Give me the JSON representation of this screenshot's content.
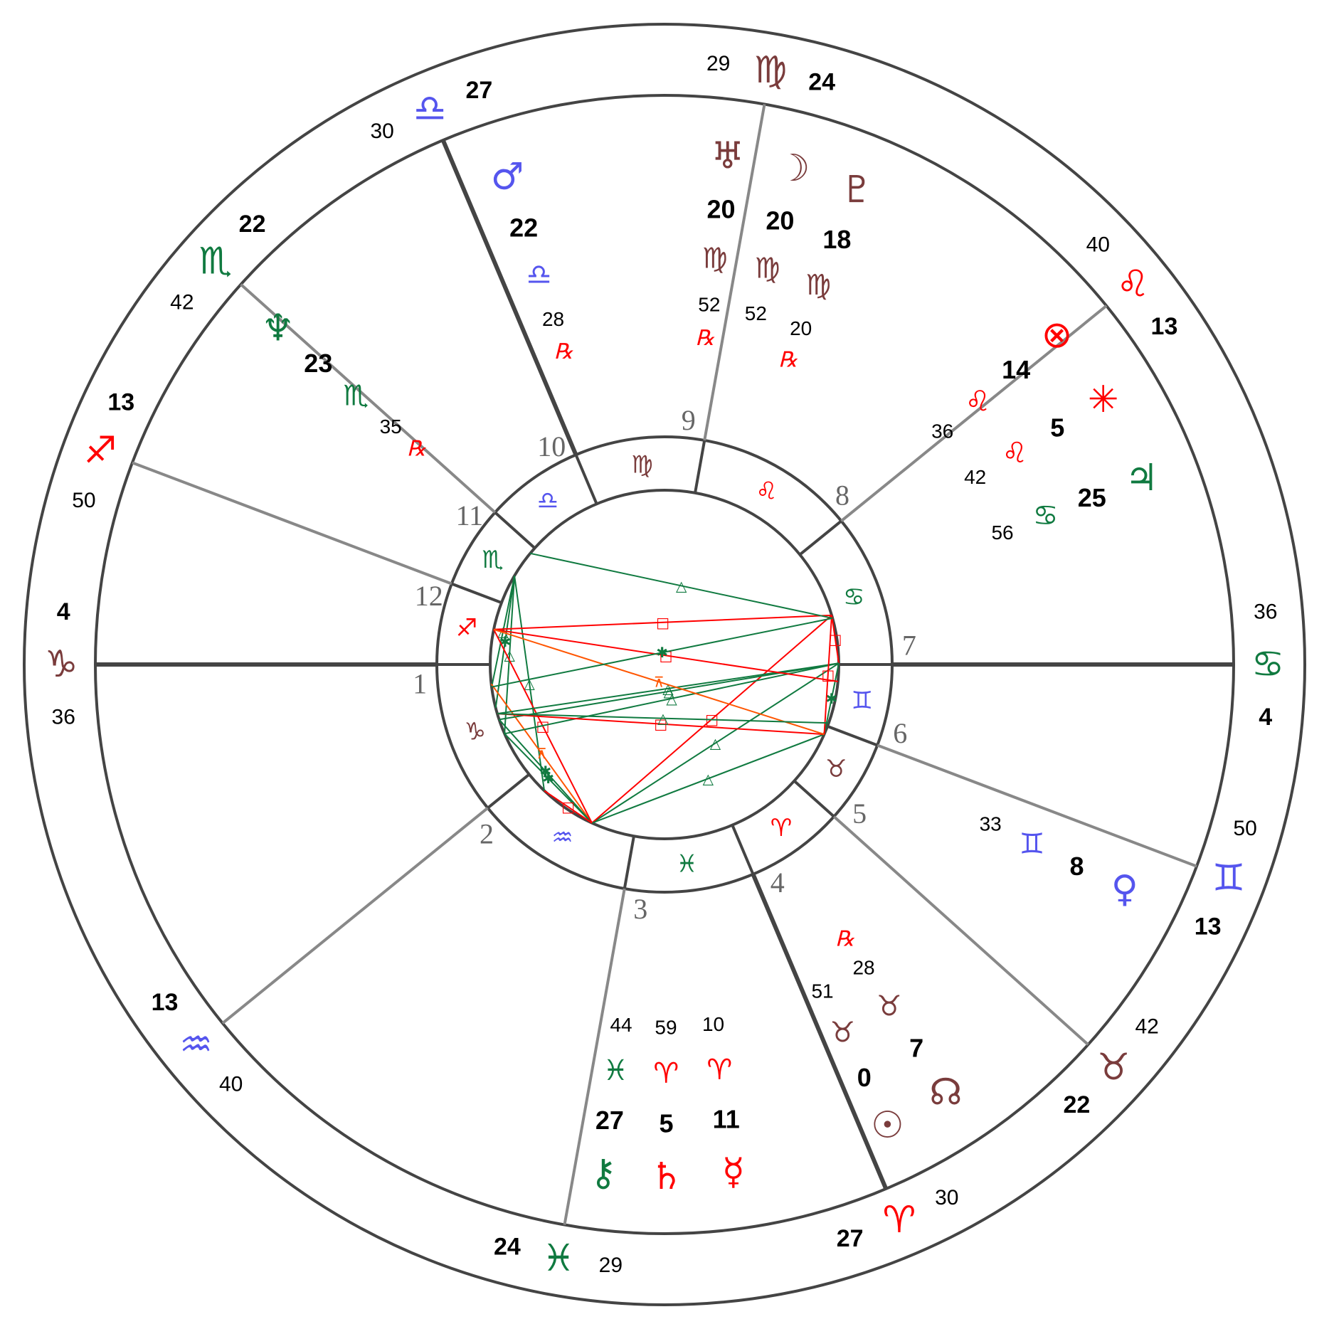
{
  "colors": {
    "fire": "#ff0000",
    "earth": "#7a3c3c",
    "air": "#5555ee",
    "water": "#107a40",
    "ring": "#444444",
    "cusp": "#888888",
    "axis": "#444444",
    "house_number": "#666666",
    "aspect_hard": "#ff0000",
    "aspect_soft": "#107a40",
    "aspect_minor": "#ff5500"
  },
  "signs": {
    "aries": {
      "glyph": "♈",
      "element": "fire"
    },
    "taurus": {
      "glyph": "♉",
      "element": "earth"
    },
    "gemini": {
      "glyph": "♊",
      "element": "air"
    },
    "cancer": {
      "glyph": "♋",
      "element": "water"
    },
    "leo": {
      "glyph": "♌",
      "element": "fire"
    },
    "virgo": {
      "glyph": "♍",
      "element": "earth"
    },
    "libra": {
      "glyph": "♎",
      "element": "air"
    },
    "scorpio": {
      "glyph": "♏",
      "element": "water"
    },
    "sagittarius": {
      "glyph": "♐",
      "element": "fire"
    },
    "capricorn": {
      "glyph": "♑",
      "element": "earth"
    },
    "aquarius": {
      "glyph": "♒",
      "element": "air"
    },
    "pisces": {
      "glyph": "♓",
      "element": "water"
    }
  },
  "retrograde_symbol": "℞",
  "inner_signs": [
    {
      "house": 1,
      "sign": "capricorn"
    },
    {
      "house": 2,
      "sign": "aquarius"
    },
    {
      "house": 3,
      "sign": "pisces"
    },
    {
      "house": 4,
      "sign": "aries"
    },
    {
      "house": 5,
      "sign": "taurus"
    },
    {
      "house": 6,
      "sign": "gemini"
    },
    {
      "house": 7,
      "sign": "cancer"
    },
    {
      "house": 8,
      "sign": "leo"
    },
    {
      "house": 9,
      "sign": "virgo"
    },
    {
      "house": 10,
      "sign": "libra"
    },
    {
      "house": 11,
      "sign": "scorpio"
    },
    {
      "house": 12,
      "sign": "sagittarius"
    }
  ],
  "house_numbers": [
    "1",
    "2",
    "3",
    "4",
    "5",
    "6",
    "7",
    "8",
    "9",
    "10",
    "11",
    "12"
  ],
  "cusps": [
    {
      "house": 1,
      "deg": "4",
      "sign": "capricorn",
      "min": "36",
      "axis": true
    },
    {
      "house": 2,
      "deg": "13",
      "sign": "aquarius",
      "min": "40",
      "axis": false
    },
    {
      "house": 3,
      "deg": "24",
      "sign": "pisces",
      "min": "29",
      "axis": false
    },
    {
      "house": 4,
      "deg": "27",
      "sign": "aries",
      "min": "30",
      "axis": true
    },
    {
      "house": 5,
      "deg": "22",
      "sign": "taurus",
      "min": "42",
      "axis": false
    },
    {
      "house": 6,
      "deg": "13",
      "sign": "gemini",
      "min": "50",
      "axis": false
    },
    {
      "house": 7,
      "deg": "4",
      "sign": "cancer",
      "min": "36",
      "axis": true
    },
    {
      "house": 8,
      "deg": "13",
      "sign": "leo",
      "min": "40",
      "axis": false
    },
    {
      "house": 9,
      "deg": "24",
      "sign": "virgo",
      "min": "29",
      "axis": false
    },
    {
      "house": 10,
      "deg": "27",
      "sign": "libra",
      "min": "30",
      "axis": true
    },
    {
      "house": 11,
      "deg": "22",
      "sign": "scorpio",
      "min": "42",
      "axis": false
    },
    {
      "house": 12,
      "deg": "13",
      "sign": "sagittarius",
      "min": "50",
      "axis": false
    }
  ],
  "planets": [
    {
      "name": "mars",
      "glyph": "♂",
      "color": "air",
      "deg": "22",
      "sign": "libra",
      "min": "28",
      "rx": true
    },
    {
      "name": "moon",
      "glyph": "☽",
      "color": "earth",
      "deg": "20",
      "sign": "virgo",
      "min": "52",
      "rx": false
    },
    {
      "name": "uranus",
      "glyph": "♅",
      "color": "earth",
      "deg": "20",
      "sign": "virgo",
      "min": "52",
      "rx": true
    },
    {
      "name": "pluto",
      "glyph": "♇",
      "color": "earth",
      "deg": "18",
      "sign": "virgo",
      "min": "20",
      "rx": true
    },
    {
      "name": "neptune",
      "glyph": "♆",
      "color": "water",
      "deg": "23",
      "sign": "scorpio",
      "min": "35",
      "rx": true
    },
    {
      "name": "part-of-fortune",
      "glyph": "⊗",
      "color": "fire",
      "deg": "14",
      "sign": "leo",
      "min": "36",
      "rx": false
    },
    {
      "name": "vertex",
      "glyph": "✳",
      "color": "fire",
      "deg": "5",
      "sign": "leo",
      "min": "42",
      "rx": false
    },
    {
      "name": "jupiter",
      "glyph": "♃",
      "color": "water",
      "deg": "25",
      "sign": "cancer",
      "min": "56",
      "rx": false
    },
    {
      "name": "venus",
      "glyph": "♀",
      "color": "air",
      "deg": "8",
      "sign": "gemini",
      "min": "33",
      "rx": false
    },
    {
      "name": "north-node",
      "glyph": "☊",
      "color": "earth",
      "deg": "7",
      "sign": "taurus",
      "min": "28",
      "rx": true
    },
    {
      "name": "sun",
      "glyph": "☉",
      "color": "earth",
      "deg": "0",
      "sign": "taurus",
      "min": "51",
      "rx": false
    },
    {
      "name": "mercury",
      "glyph": "☿",
      "color": "fire",
      "deg": "11",
      "sign": "aries",
      "min": "10",
      "rx": false
    },
    {
      "name": "saturn",
      "glyph": "♄",
      "color": "fire",
      "deg": "5",
      "sign": "aries",
      "min": "59",
      "rx": false
    },
    {
      "name": "chiron",
      "glyph": "⚷",
      "color": "water",
      "deg": "27",
      "sign": "pisces",
      "min": "44",
      "rx": false
    }
  ],
  "aspects": [
    {
      "from": 244,
      "to": 321,
      "type": "trine"
    },
    {
      "from": 244,
      "to": 298,
      "type": "trine"
    },
    {
      "from": 244,
      "to": 289,
      "type": "sextile"
    },
    {
      "from": 244,
      "to": 282,
      "type": "trine"
    },
    {
      "from": 340,
      "to": 95,
      "type": "trine"
    },
    {
      "from": 340,
      "to": 111,
      "type": "square"
    },
    {
      "from": 340,
      "to": 71,
      "type": "trine"
    },
    {
      "from": 340,
      "to": 281,
      "type": "quincunx"
    },
    {
      "from": 340,
      "to": 293,
      "type": "sextile"
    },
    {
      "from": 340,
      "to": 298,
      "type": "sextile"
    },
    {
      "from": 340,
      "to": 321,
      "type": "square"
    },
    {
      "from": 340,
      "to": 263,
      "type": "square"
    },
    {
      "from": 95,
      "to": 111,
      "type": "square"
    },
    {
      "from": 95,
      "to": 291,
      "type": "trine"
    },
    {
      "from": 95,
      "to": 298,
      "type": "trine"
    },
    {
      "from": 95,
      "to": 293,
      "type": "trine"
    },
    {
      "from": 95,
      "to": 71,
      "type": "sextile"
    },
    {
      "from": 71,
      "to": 291,
      "type": "square"
    },
    {
      "from": 71,
      "to": 111,
      "type": "square"
    },
    {
      "from": 263,
      "to": 111,
      "type": "square"
    },
    {
      "from": 263,
      "to": 89,
      "type": "square"
    },
    {
      "from": 263,
      "to": 71,
      "type": "quincunx"
    },
    {
      "from": 235,
      "to": 110,
      "type": "trine"
    },
    {
      "from": 110,
      "to": 282,
      "type": "sextile"
    },
    {
      "from": 75,
      "to": 291,
      "type": "trine"
    }
  ]
}
